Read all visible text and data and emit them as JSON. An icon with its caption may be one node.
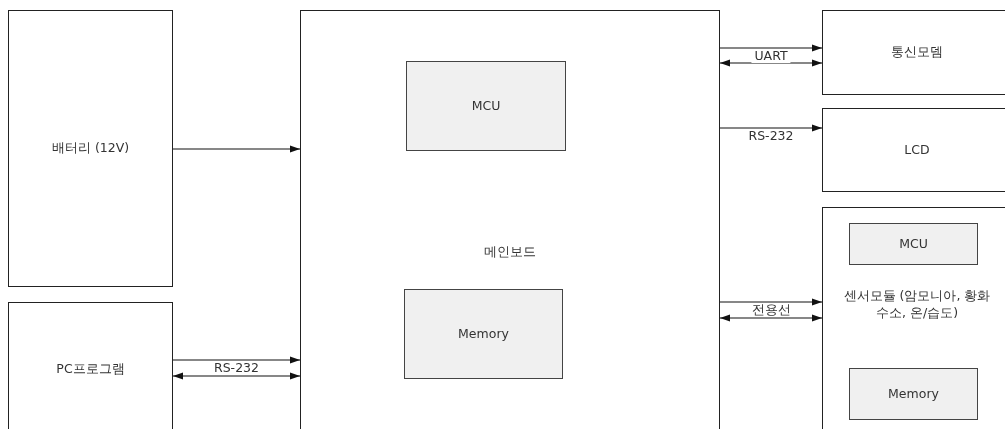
{
  "diagram": {
    "nodes": [
      {
        "text": [
          "배터리 (12V)"
        ]
      },
      {
        "text": [
          "PC프로그램"
        ]
      },
      {
        "text": [
          "메인보드"
        ]
      },
      {
        "text": [
          "MCU"
        ],
        "in": 2
      },
      {
        "text": [
          "Memory"
        ],
        "in": 2
      },
      {
        "text": [
          "통신모뎀"
        ]
      },
      {
        "text": [
          "LCD"
        ]
      },
      {
        "text": [
          "센서모듈 (암모니아, 황화수소, 온/습도)"
        ]
      },
      {
        "text": [
          "MCU"
        ],
        "in": 7
      },
      {
        "text": [
          "Memory"
        ],
        "in": 7
      }
    ],
    "edges": [
      {
        "from": 0,
        "to": 2,
        "arrow": "to"
      },
      {
        "from": 1,
        "to": 2,
        "arrow": "to",
        "label": "RS-232"
      },
      {
        "from": 2,
        "to": 1,
        "arrow": "both"
      },
      {
        "from": 2,
        "to": 5,
        "arrow": "to",
        "label": "UART"
      },
      {
        "from": 2,
        "to": 5,
        "arrow": "both"
      },
      {
        "from": 2,
        "to": 6,
        "arrow": "to",
        "label": "RS-232"
      },
      {
        "from": 2,
        "to": 7,
        "arrow": "to",
        "label": "전용선"
      },
      {
        "from": 2,
        "to": 7,
        "arrow": "both"
      }
    ]
  }
}
